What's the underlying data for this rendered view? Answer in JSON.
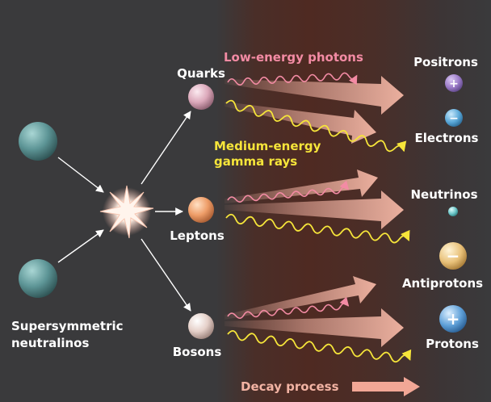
{
  "labels": {
    "neutralinos": [
      "Supersymmetric",
      "neutralinos"
    ],
    "quarks": "Quarks",
    "leptons": "Leptons",
    "bosons": "Bosons",
    "low_energy": "Low-energy photons",
    "medium_energy": [
      "Medium-energy",
      "gamma rays"
    ],
    "positrons": "Positrons",
    "electrons": "Electrons",
    "neutrinos": "Neutrinos",
    "antiprotons": "Antiprotons",
    "protons": "Protons",
    "decay": "Decay process"
  },
  "signs": {
    "plus": "+",
    "minus": "−"
  },
  "colors": {
    "background": "#3a3a3c",
    "band": "#4f2a22",
    "photon_wave": "#f38ba4",
    "gamma_wave": "#f6e53a",
    "arrow": "#f2b3a3",
    "neutralino": "#5d9596",
    "quark": "#e8b8c8",
    "lepton": "#f0a070",
    "boson": "#ead8d2",
    "positron": "#9b7bc8",
    "electron": "#5aa8d8",
    "neutrino": "#6cc6c8",
    "antiproton": "#e8c078",
    "proton": "#5fa0d8"
  }
}
